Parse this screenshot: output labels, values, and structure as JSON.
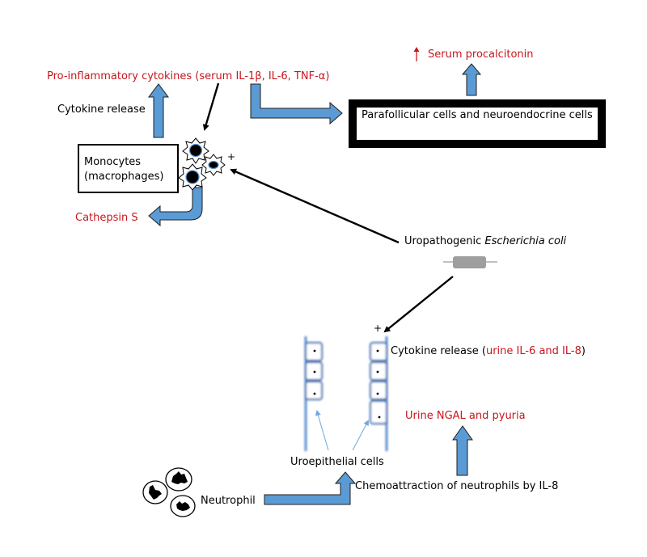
{
  "colors": {
    "arrow_fill": "#5b9bd5",
    "arrow_stroke": "#1f1f1f",
    "biomarker_text": "#c8161d",
    "cell_outline": "#3f6fb0",
    "bacterium": "#9e9e9e"
  },
  "labels": {
    "pro_inflammatory": "Pro-inflammatory cytokines (serum IL-1β, IL-6, TNF-α)",
    "cytokine_release_top": "Cytokine release",
    "serum_procalcitonin_arrow": "↑",
    "serum_procalcitonin": "Serum procalcitonin",
    "parafollicular_box": "Parafollicular cells and neuroendocrine cells",
    "monocytes_box_line1": "Monocytes",
    "monocytes_box_line2": "(macrophages)",
    "plus_monocyte": "+",
    "cathepsin": "Cathepsin S",
    "upec_prefix": "Uropathogenic ",
    "upec_italic": "Escherichia coli",
    "plus_epithelium": "+",
    "cytokine_release_urine_prefix": "Cytokine release (",
    "cytokine_release_urine_red": "urine IL-6 and IL-8",
    "cytokine_release_urine_suffix": ")",
    "urine_ngal": "Urine NGAL and pyuria",
    "uroepithelial": "Uroepithelial cells",
    "neutrophil": "Neutrophil",
    "chemoattraction": "Chemoattraction of neutrophils by IL-8"
  },
  "nodes": [
    {
      "id": "monocytes",
      "kind": "box"
    },
    {
      "id": "parafollicular",
      "kind": "box-thick"
    },
    {
      "id": "macrophage-cluster",
      "kind": "cells",
      "count": 3
    },
    {
      "id": "ecoli",
      "kind": "bacterium"
    },
    {
      "id": "uroepithelium-left",
      "kind": "cell-column",
      "cells": 3
    },
    {
      "id": "uroepithelium-right",
      "kind": "cell-column",
      "cells": 4
    },
    {
      "id": "neutrophils",
      "kind": "cells",
      "count": 3
    }
  ],
  "edges": [
    {
      "from": "monocytes",
      "to": "pro_inflammatory",
      "label": "Cytokine release",
      "style": "block-arrow"
    },
    {
      "from": "pro_inflammatory",
      "to": "macrophage-cluster",
      "style": "line-arrow"
    },
    {
      "from": "pro_inflammatory",
      "to": "parafollicular",
      "style": "block-elbow-arrow"
    },
    {
      "from": "parafollicular",
      "to": "serum_procalcitonin",
      "style": "block-arrow"
    },
    {
      "from": "monocytes",
      "to": "cathepsin",
      "style": "block-curved-arrow"
    },
    {
      "from": "ecoli",
      "to": "macrophage-cluster",
      "label": "+",
      "style": "line-arrow"
    },
    {
      "from": "ecoli",
      "to": "uroepithelium-right",
      "label": "+",
      "style": "line-arrow"
    },
    {
      "from": "neutrophils",
      "to": "uroepithelial",
      "style": "block-elbow-arrow"
    },
    {
      "from": "chemoattraction",
      "to": "urine_ngal",
      "style": "block-arrow"
    }
  ]
}
